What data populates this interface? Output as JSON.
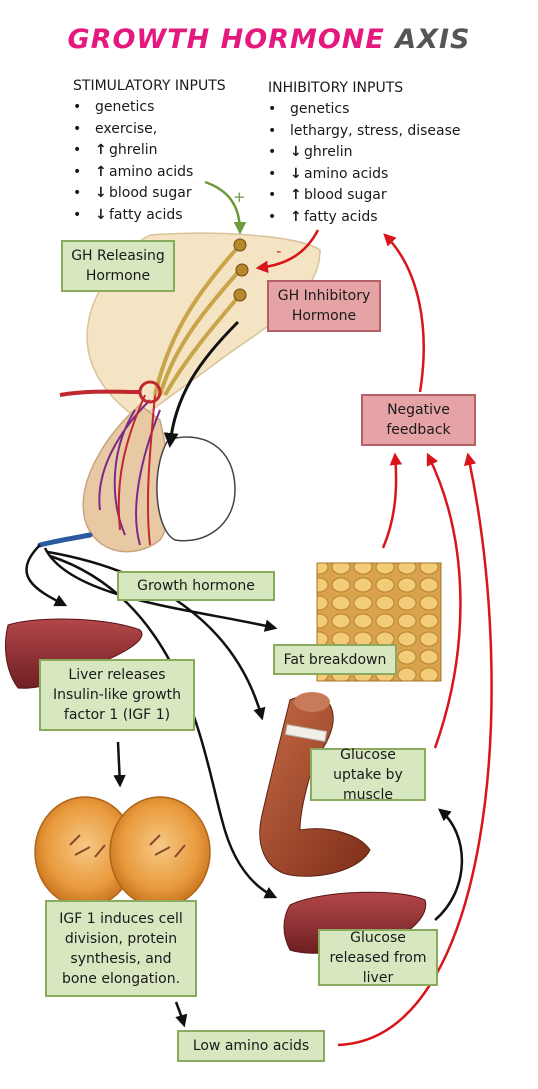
{
  "title": {
    "part1": "GROWTH HORMONE",
    "part2": "AXIS"
  },
  "stimulatory": {
    "heading": "STIMULATORY INPUTS",
    "items": [
      {
        "arrow": "",
        "text": "genetics"
      },
      {
        "arrow": "",
        "text": "exercise,"
      },
      {
        "arrow": "↑",
        "text": "ghrelin"
      },
      {
        "arrow": "↑",
        "text": "amino acids"
      },
      {
        "arrow": "↓",
        "text": "blood sugar"
      },
      {
        "arrow": "↓",
        "text": "fatty acids"
      }
    ]
  },
  "inhibitory": {
    "heading": "INHIBITORY INPUTS",
    "items": [
      {
        "arrow": "",
        "text": "genetics"
      },
      {
        "arrow": "",
        "text": "lethargy, stress, disease"
      },
      {
        "arrow": "↓",
        "text": "ghrelin"
      },
      {
        "arrow": "↓",
        "text": "amino acids"
      },
      {
        "arrow": "↑",
        "text": "blood sugar"
      },
      {
        "arrow": "↑",
        "text": "fatty acids"
      }
    ]
  },
  "signs": {
    "plus": "+",
    "minus": "-"
  },
  "boxes": {
    "ghrh": "GH Releasing Hormone",
    "ghih": "GH Inhibitory Hormone",
    "negative_feedback": "Negative feedback",
    "growth_hormone": "Growth hormone",
    "fat_breakdown": "Fat breakdown",
    "liver_igf": "Liver releases Insulin-like growth factor 1 (IGF 1)",
    "glucose_uptake": "Glucose uptake by muscle",
    "igf_effects": "IGF 1 induces cell division, protein synthesis, and bone elongation.",
    "glucose_released": "Glucose released from liver",
    "low_amino": "Low amino acids"
  },
  "colors": {
    "title_pink": "#e5187e",
    "title_grey": "#555555",
    "green_fill": "#d7e7c0",
    "green_border": "#8aab5e",
    "red_fill": "#e6a3a6",
    "red_border": "#b45f67",
    "feedback_arrow": "#d9151b",
    "stimulus_arrow": "#6a9a3a"
  }
}
